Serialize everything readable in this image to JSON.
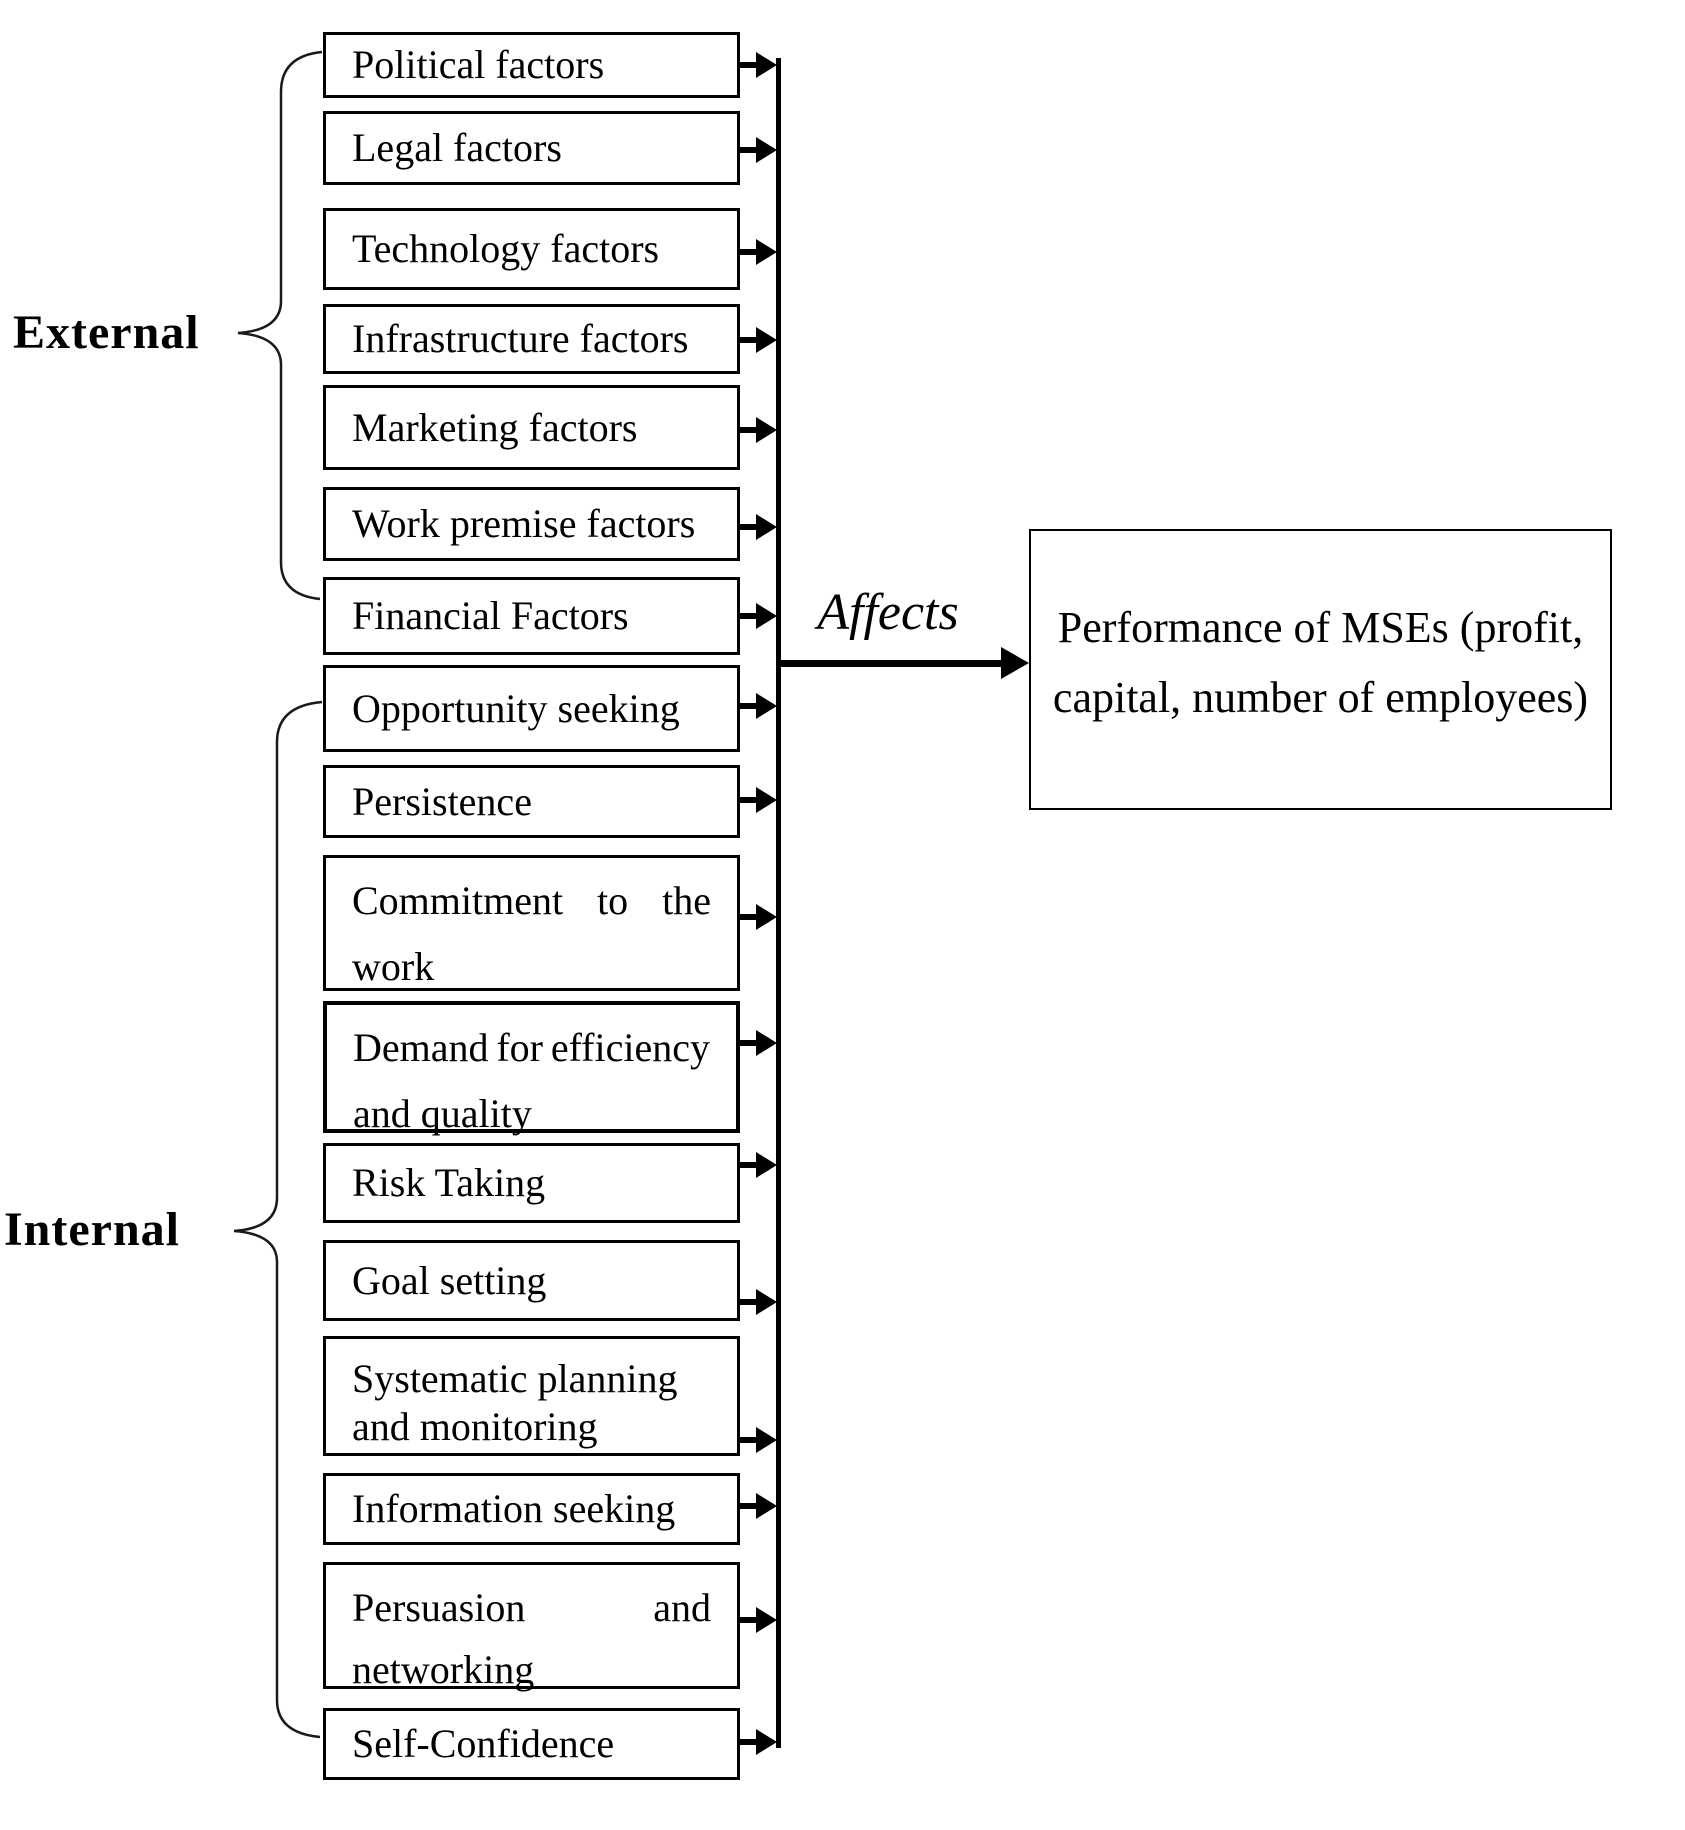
{
  "diagram": {
    "groups": [
      {
        "label": "External"
      },
      {
        "label": "Internal"
      }
    ],
    "factor_boxes": [
      {
        "lines": [
          "Political factors"
        ],
        "group": "External"
      },
      {
        "lines": [
          "Legal factors"
        ],
        "group": "External"
      },
      {
        "lines": [
          "Technology factors"
        ],
        "group": "External"
      },
      {
        "lines": [
          "Infrastructure factors"
        ],
        "group": "External"
      },
      {
        "lines": [
          "Marketing factors"
        ],
        "group": "External"
      },
      {
        "lines": [
          "Work premise factors"
        ],
        "group": "External"
      },
      {
        "lines": [
          "Financial Factors"
        ],
        "group": "External"
      },
      {
        "lines": [
          "Opportunity seeking"
        ],
        "group": "Internal"
      },
      {
        "lines": [
          "Persistence"
        ],
        "group": "Internal"
      },
      {
        "lines": [
          "Commitment to the",
          "work"
        ],
        "justify_first": true,
        "group": "Internal"
      },
      {
        "lines": [
          "Demand for efficiency",
          "and quality"
        ],
        "justify_first": true,
        "group": "Internal"
      },
      {
        "lines": [
          "Risk Taking"
        ],
        "group": "Internal"
      },
      {
        "lines": [
          "Goal setting"
        ],
        "group": "Internal"
      },
      {
        "lines": [
          "Systematic planning",
          "and monitoring"
        ],
        "group": "Internal"
      },
      {
        "lines": [
          "Information seeking"
        ],
        "group": "Internal"
      },
      {
        "lines": [
          "Persuasion and",
          "networking"
        ],
        "justify_first": true,
        "group": "Internal"
      },
      {
        "lines": [
          "Self-Confidence"
        ],
        "group": "Internal"
      }
    ],
    "arrow_label": "Affects",
    "outcome_box": {
      "lines": [
        "Performance of MSEs (profit,",
        "capital, number of employees)"
      ]
    },
    "colors": {
      "stroke": "#000000",
      "background": "#ffffff"
    }
  }
}
